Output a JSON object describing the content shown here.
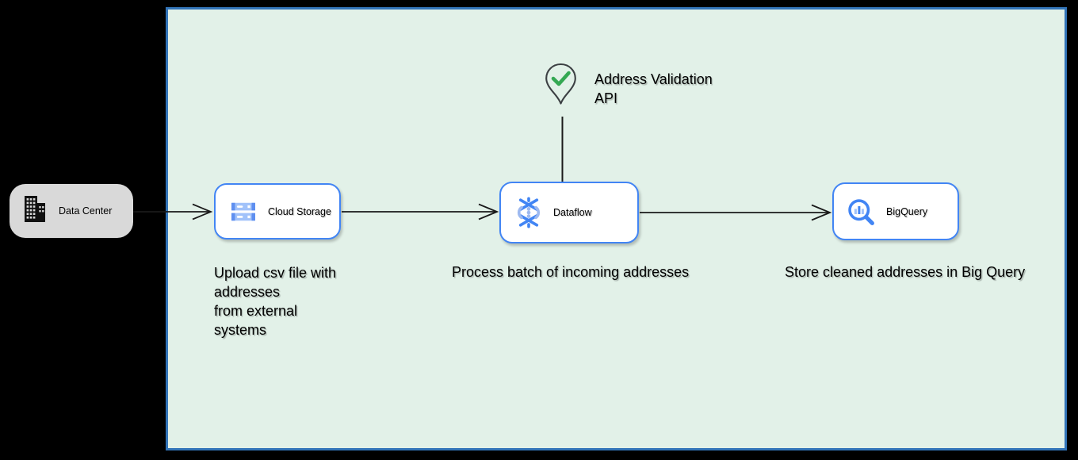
{
  "diagram": {
    "external_node": {
      "label": "Data Center",
      "icon": "building-icon"
    },
    "nodes": [
      {
        "label": "Cloud Storage",
        "icon": "cloud-storage-icon",
        "caption_lines": [
          "Upload csv file with",
          "addresses",
          "from external",
          "systems"
        ]
      },
      {
        "label": "Dataflow",
        "icon": "dataflow-icon",
        "caption": "Process batch of incoming addresses"
      },
      {
        "label": "BigQuery",
        "icon": "bigquery-icon",
        "caption": "Store cleaned addresses in Big Query"
      }
    ],
    "annotation": {
      "icon": "map-pin-check-icon",
      "lines": [
        "Address Validation",
        "API"
      ]
    },
    "colors": {
      "canvas_bg": "#000000",
      "container_fill": "#e2f1e8",
      "container_border": "#3274b8",
      "node_fill": "#ffffff",
      "node_border": "#4285f4",
      "external_fill": "#d9d9d9",
      "arrow": "#1a1a1a",
      "check_green": "#34a853",
      "pin_outline": "#3c4043",
      "icon_blue": "#4285f4",
      "icon_blue_light": "#a1c2fa"
    }
  }
}
